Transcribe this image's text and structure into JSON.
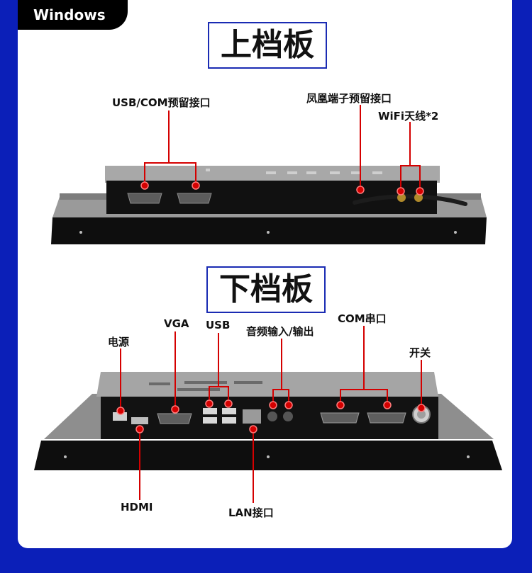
{
  "os_tag": "Windows",
  "top_section": {
    "title": "上档板",
    "labels": {
      "usb_com_reserved": "USB/COM预留接口",
      "phoenix_reserved": "凤凰端子预留接口",
      "wifi_antenna": "WiFi天线*2"
    }
  },
  "bottom_section": {
    "title": "下档板",
    "labels": {
      "power": "电源",
      "vga": "VGA",
      "usb": "USB",
      "audio": "音频输入/输出",
      "com": "COM串口",
      "switch": "开关",
      "hdmi": "HDMI",
      "lan": "LAN接口"
    }
  },
  "colors": {
    "background": "#0b1fb8",
    "callout": "#d40000",
    "title_border": "#1a2bb3"
  }
}
